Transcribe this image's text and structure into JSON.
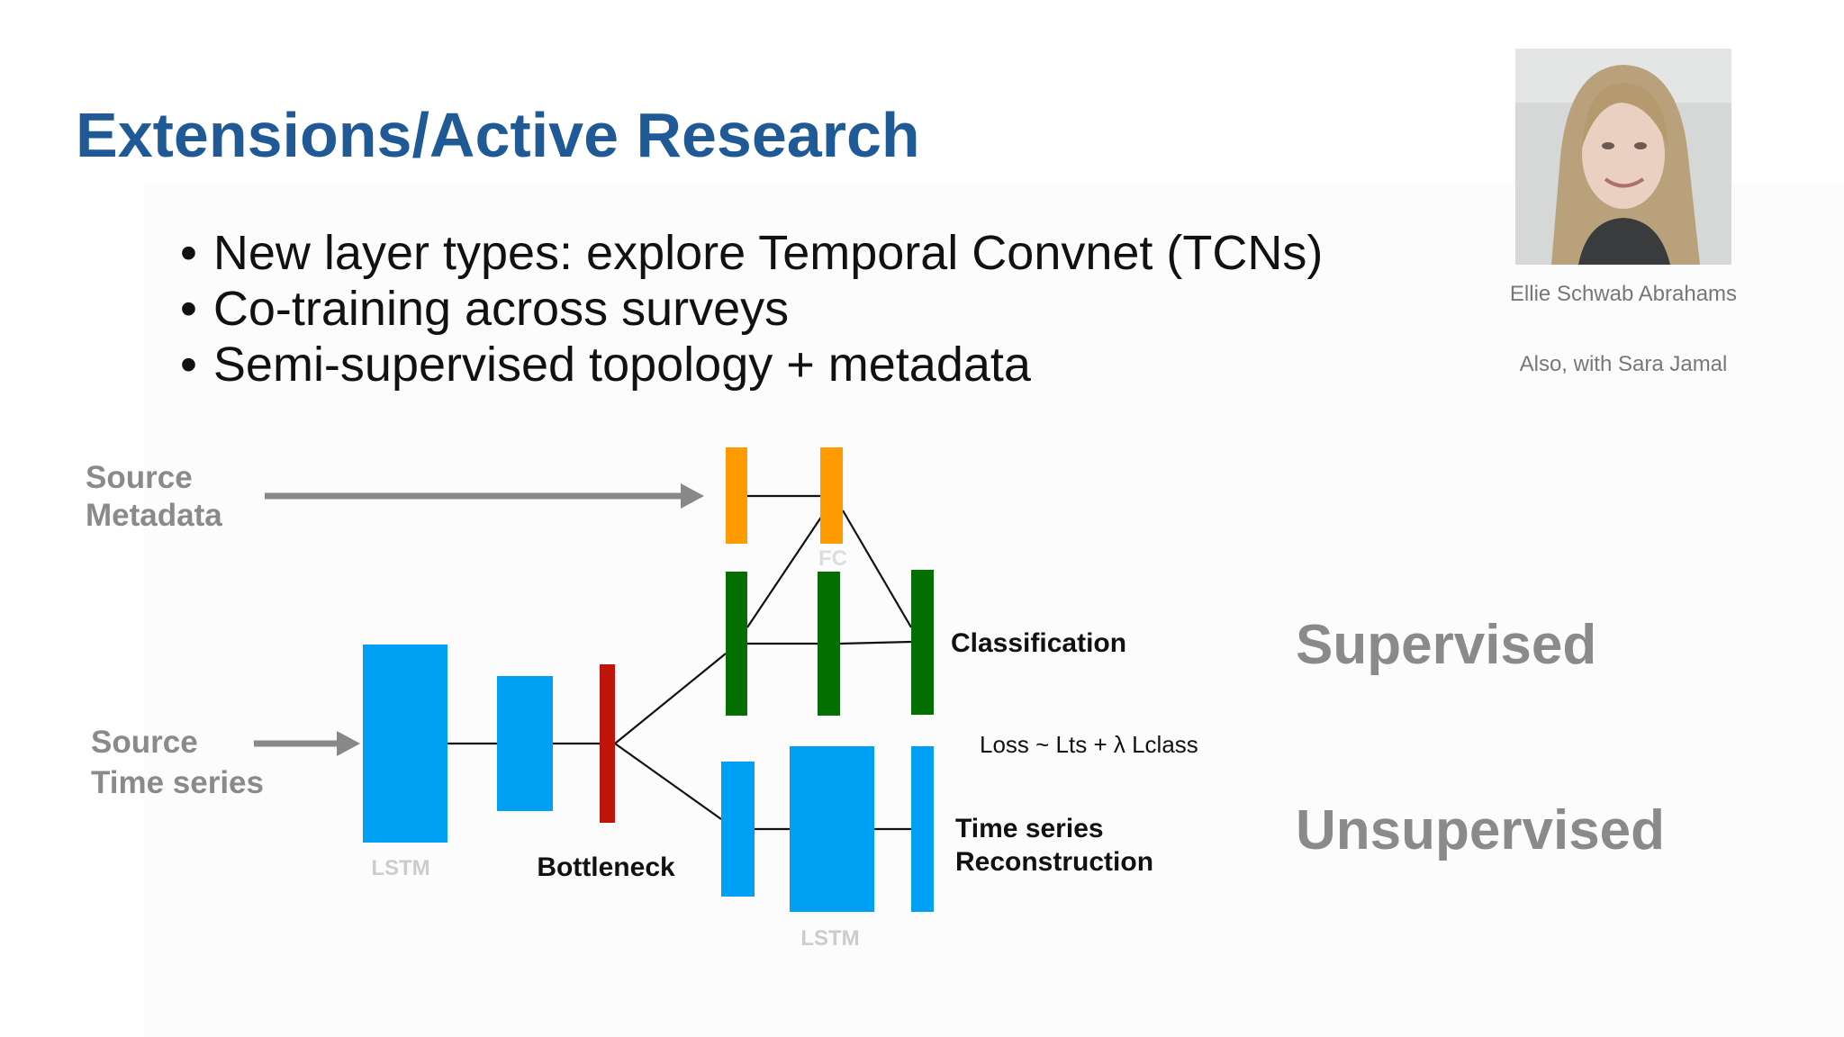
{
  "slide": {
    "title": "Extensions/Active Research",
    "bullets": [
      "New layer types: explore Temporal Convnet (TCNs)",
      "Co-training across surveys",
      "Semi-supervised topology + metadata"
    ]
  },
  "speaker": {
    "name": "Ellie Schwab Abrahams",
    "note": "Also, with Sara Jamal"
  },
  "diagram": {
    "source_metadata": [
      "Source",
      "Metadata"
    ],
    "source_time_series": [
      "Source",
      "Time series"
    ],
    "encoder_lstm_label": "LSTM",
    "bottleneck_label": "Bottleneck",
    "fc_label": "FC",
    "decoder_lstm_label": "LSTM",
    "classification_label": "Classification",
    "loss_label": "Loss ~ Lts + λ Lclass",
    "reconstruction_label": [
      "Time series",
      "Reconstruction"
    ],
    "supervised_label": "Supervised",
    "unsupervised_label": "Unsupervised",
    "colors": {
      "lstm": "#00a0f5",
      "bottleneck": "#c0140a",
      "metadata": "#ff9a00",
      "classifier": "#047004",
      "arrow": "#888888",
      "title": "#1f5a96"
    }
  }
}
